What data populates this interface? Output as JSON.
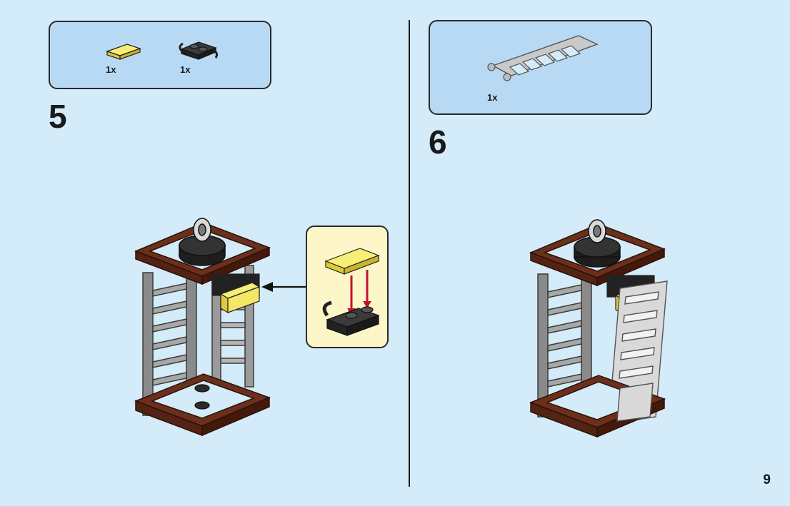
{
  "steps": [
    {
      "number": "5",
      "parts": [
        {
          "name": "yellow-tile",
          "qty": "1x"
        },
        {
          "name": "black-clip-plate",
          "qty": "1x"
        }
      ]
    },
    {
      "number": "6",
      "parts": [
        {
          "name": "ladder",
          "qty": "1x"
        }
      ]
    }
  ],
  "page_number": "9",
  "colors": {
    "background": "#d4ebf9",
    "parts_box": "#b7d9f3",
    "callout": "#fdf6c8",
    "brown": "#6b2f1c",
    "gray": "#8e8e8e",
    "yellow": "#f5ea6a",
    "black": "#2b2b2b",
    "arrow_red": "#c8102e"
  }
}
